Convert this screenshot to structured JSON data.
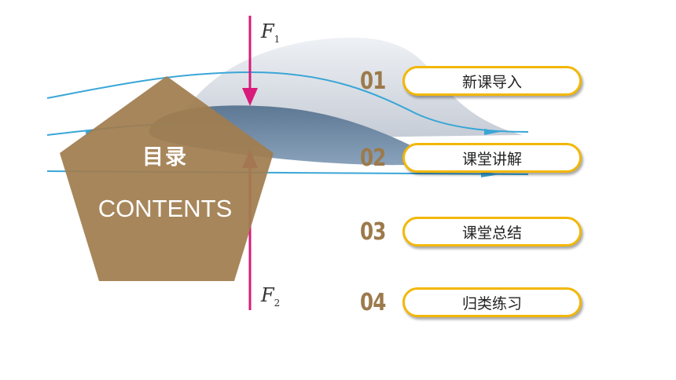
{
  "pentagon": {
    "title": "目录",
    "subtitle": "CONTENTS",
    "color": "#a07d4f"
  },
  "figure": {
    "force_top": {
      "symbol": "F",
      "sub": "1"
    },
    "force_bottom": {
      "symbol": "F",
      "sub": "2"
    },
    "arrow_color": "#d81b7a",
    "stream_color": "#3aa6d6"
  },
  "menu": {
    "accent": "#f2b705",
    "number_color": "#9c7a4b",
    "items": [
      {
        "num": "01",
        "label": "新课导入"
      },
      {
        "num": "02",
        "label": "课堂讲解"
      },
      {
        "num": "03",
        "label": "课堂总结"
      },
      {
        "num": "04",
        "label": "归类练习"
      }
    ]
  }
}
